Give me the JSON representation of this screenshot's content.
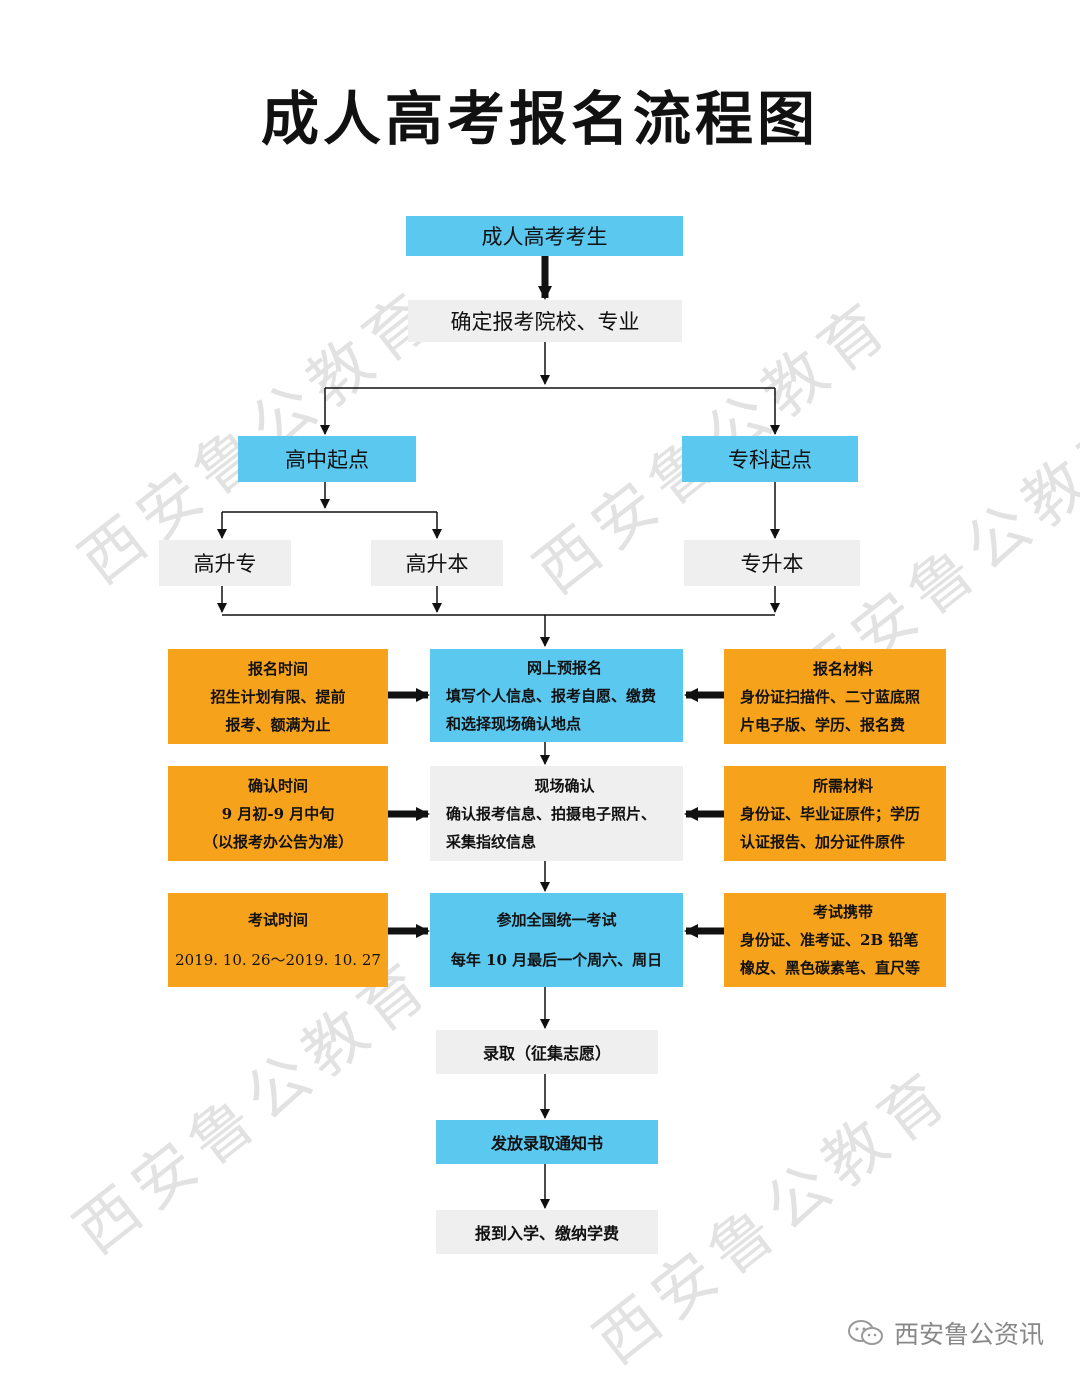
{
  "title": "成人高考报名流程图",
  "nodes": {
    "student": "成人高考考生",
    "choose": "确定报考院校、专业",
    "hs_start": "高中起点",
    "jc_start": "专科起点",
    "gao_zhuan": "高升专",
    "gao_ben": "高升本",
    "zhuan_ben": "专升本",
    "online": [
      "网上预报名",
      "填写个人信息、报考自愿、缴费",
      "和选择现场确认地点"
    ],
    "reg_time": [
      "报名时间",
      "招生计划有限、提前",
      "报考、额满为止"
    ],
    "reg_material": [
      "报名材料",
      "身份证扫描件、二寸蓝底照",
      "片电子版、学历、报名费"
    ],
    "onsite": [
      "现场确认",
      "确认报考信息、拍摄电子照片、",
      "采集指纹信息"
    ],
    "confirm_time": [
      "确认时间",
      "9 月初-9 月中旬",
      "（以报考办公告为准）"
    ],
    "need_material": [
      "所需材料",
      "身份证、毕业证原件；学历",
      "认证报告、加分证件原件"
    ],
    "exam": [
      "参加全国统一考试",
      "每年 10 月最后一个周六、周日"
    ],
    "exam_time": [
      "考试时间",
      "2019. 10. 26～2019. 10. 27"
    ],
    "exam_carry": [
      "考试携带",
      "身份证、准考证、2B 铅笔",
      "橡皮、黑色碳素笔、直尺等"
    ],
    "admit": "录取（征集志愿）",
    "notice": "发放录取通知书",
    "enroll": "报到入学、缴纳学费"
  },
  "watermark": "西安鲁公教育",
  "footer": "西安鲁公资讯",
  "colors": {
    "blue": "#5bc8f0",
    "gray": "#efefef",
    "orange": "#f7a21b"
  }
}
